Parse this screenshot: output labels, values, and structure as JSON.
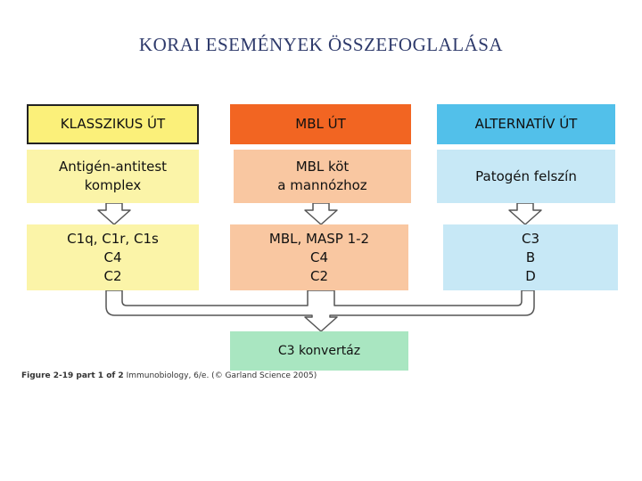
{
  "title": "KORAI ESEMÉNYEK ÖSSZEFOGLALÁSA",
  "columns": {
    "classical": {
      "header": "KLASSZIKUS ÚT",
      "trigger": "Antigén-antitest\nkomplex",
      "components": "C1q, C1r, C1s\nC4\nC2"
    },
    "mbl": {
      "header": "MBL ÚT",
      "trigger": "MBL köt\na mannózhoz",
      "components": "MBL, MASP 1-2\nC4\nC2"
    },
    "alternative": {
      "header": "ALTERNATÍV ÚT",
      "trigger": "Patogén felszín",
      "components": "C3\nB\nD"
    }
  },
  "result": "C3 konvertáz",
  "caption": {
    "figure": "Figure 2-19 part 1 of 2",
    "source": "Immunobiology, 6/e. (© Garland Science 2005)"
  },
  "colors": {
    "classical_header": "#fbf07a",
    "classical_body": "#fbf4a8",
    "mbl_header": "#f26522",
    "mbl_body": "#f9c7a1",
    "alternative_header": "#52c0ea",
    "alternative_body": "#c7e8f6",
    "result": "#a9e6c1"
  }
}
